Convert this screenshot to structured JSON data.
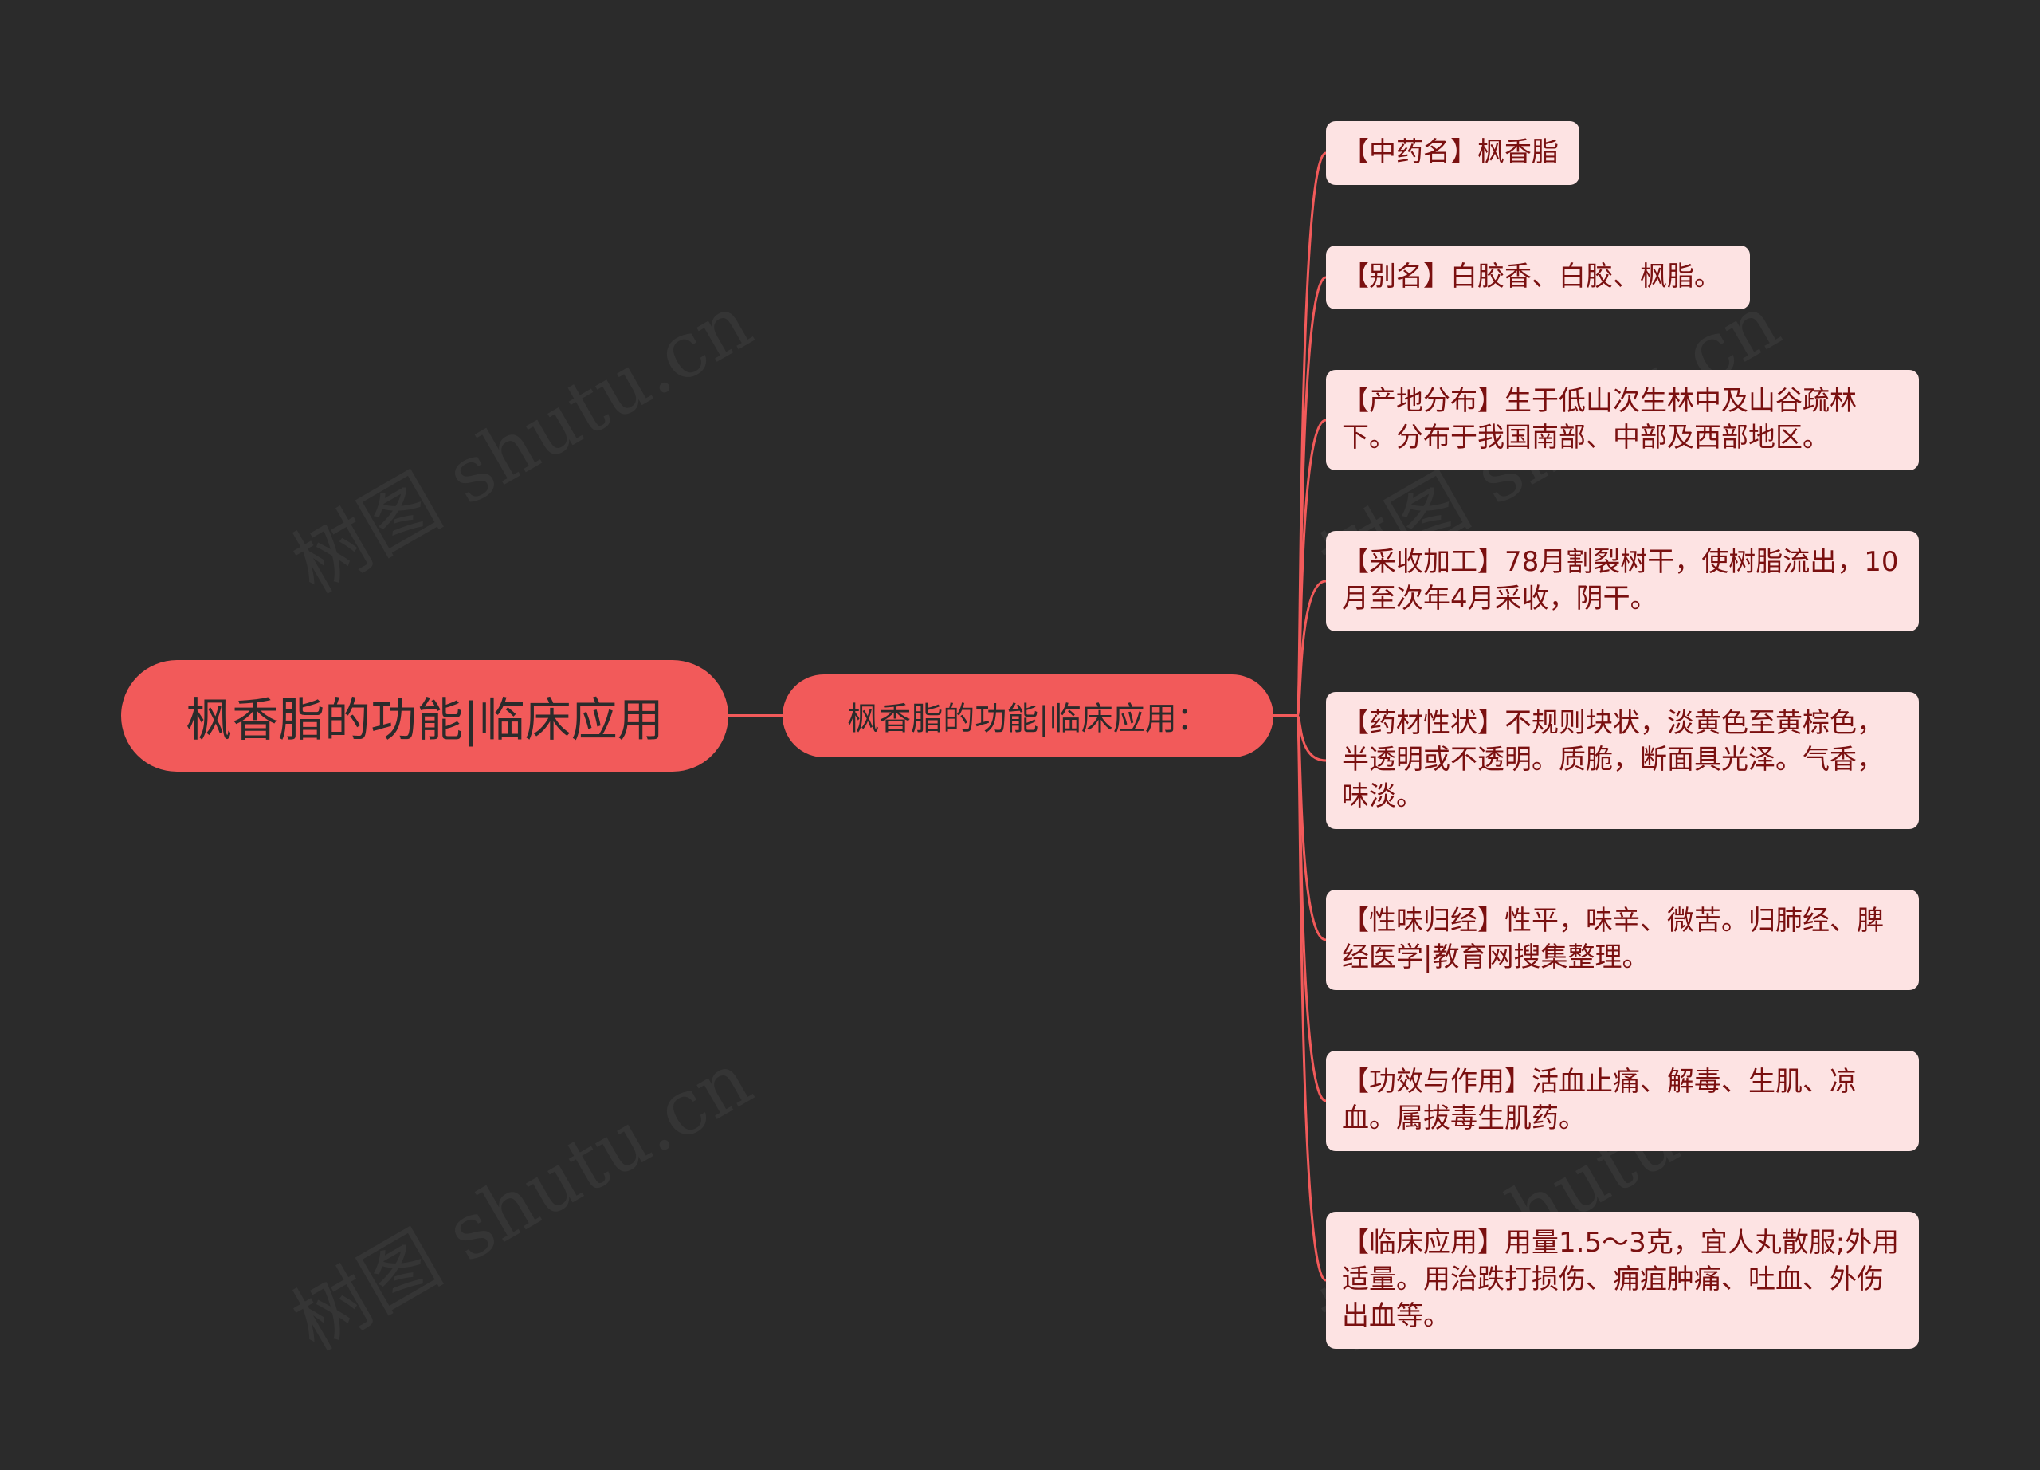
{
  "root": {
    "label": "枫香脂的功能|临床应用"
  },
  "branch": {
    "label": "枫香脂的功能|临床应用："
  },
  "leaves": [
    {
      "text": "【中药名】枫香脂"
    },
    {
      "text": "【别名】白胶香、白胶、枫脂。"
    },
    {
      "text": "【产地分布】生于低山次生林中及山谷疏林下。分布于我国南部、中部及西部地区。"
    },
    {
      "text": "【采收加工】78月割裂树干，使树脂流出，10月至次年4月采收，阴干。"
    },
    {
      "text": "【药材性状】不规则块状，淡黄色至黄棕色，半透明或不透明。质脆，断面具光泽。气香，味淡。"
    },
    {
      "text": "【性味归经】性平，味辛、微苦。归肺经、脾经医学|教育网搜集整理。"
    },
    {
      "text": "【功效与作用】活血止痛、解毒、生肌、凉血。属拔毒生肌药。"
    },
    {
      "text": "【临床应用】用量1.5～3克，宜人丸散服;外用适量。用治跌打损伤、痈疽肿痛、吐血、外伤出血等。"
    }
  ],
  "watermark": {
    "text": "树图 shutu.cn"
  },
  "colors": {
    "background": "#2b2b2b",
    "node": "#f25a5a",
    "leaf_bg": "#fde3e3",
    "leaf_text": "#7a1010",
    "line": "#f25a5a"
  }
}
